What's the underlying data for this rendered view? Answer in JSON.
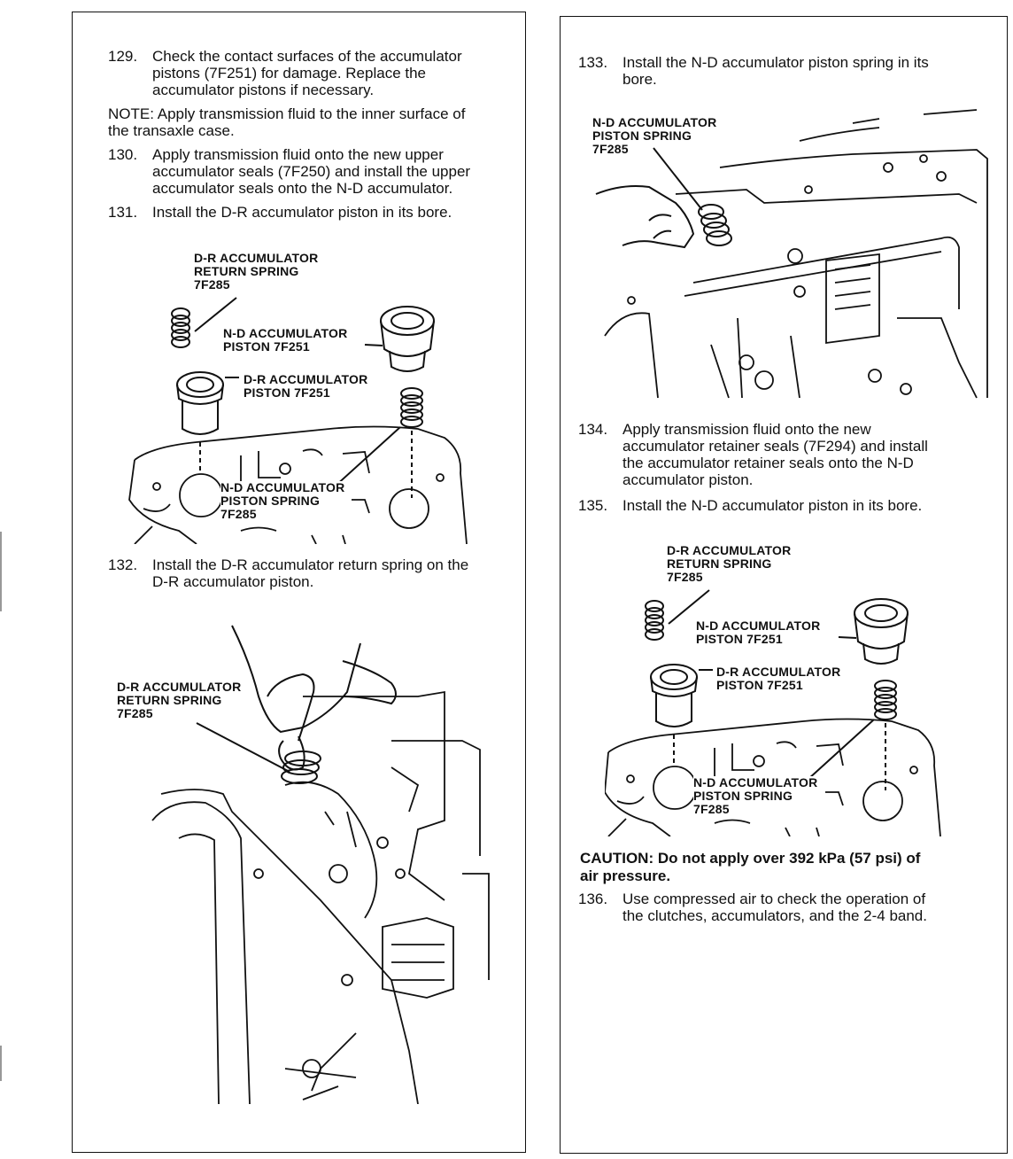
{
  "left": {
    "step129": {
      "num": "129.",
      "lines": [
        "Check the contact surfaces of the accumulator",
        "pistons (7F251) for damage. Replace the",
        "accumulator pistons if necessary."
      ]
    },
    "note": {
      "lines": [
        "NOTE: Apply transmission fluid to the inner surface of",
        "the transaxle case."
      ]
    },
    "step130": {
      "num": "130.",
      "lines": [
        "Apply transmission fluid onto the new upper",
        "accumulator seals (7F250) and install the upper",
        "accumulator seals onto the N-D accumulator."
      ]
    },
    "step131": {
      "num": "131.",
      "lines": [
        "Install the D-R accumulator piston in its bore."
      ]
    },
    "fig1": {
      "dr_spring": [
        "D-R ACCUMULATOR",
        "RETURN SPRING",
        "7F285"
      ],
      "nd_piston": [
        "N-D ACCUMULATOR",
        "PISTON 7F251"
      ],
      "dr_piston": [
        "D-R ACCUMULATOR",
        "PISTON 7F251"
      ],
      "nd_spring": [
        "N-D ACCUMULATOR",
        "PISTON SPRING",
        "7F285"
      ]
    },
    "step132": {
      "num": "132.",
      "lines": [
        "Install the D-R accumulator return spring on the",
        "D-R accumulator piston."
      ]
    },
    "fig2": {
      "dr_spring": [
        "D-R ACCUMULATOR",
        "RETURN SPRING",
        "7F285"
      ]
    }
  },
  "right": {
    "step133": {
      "num": "133.",
      "lines": [
        "Install the N-D accumulator piston spring in its",
        "bore."
      ]
    },
    "fig3": {
      "nd_spring": [
        "N-D ACCUMULATOR",
        "PISTON SPRING",
        "7F285"
      ]
    },
    "step134": {
      "num": "134.",
      "lines": [
        "Apply transmission fluid onto the new",
        "accumulator retainer seals (7F294) and install",
        "the accumulator retainer seals onto the N-D",
        "accumulator piston."
      ]
    },
    "step135": {
      "num": "135.",
      "lines": [
        "Install the N-D accumulator piston in its bore."
      ]
    },
    "fig4": {
      "dr_spring": [
        "D-R ACCUMULATOR",
        "RETURN SPRING",
        "7F285"
      ],
      "nd_piston": [
        "N-D ACCUMULATOR",
        "PISTON 7F251"
      ],
      "dr_piston": [
        "D-R ACCUMULATOR",
        "PISTON 7F251"
      ],
      "nd_spring": [
        "N-D ACCUMULATOR",
        "PISTON SPRING",
        "7F285"
      ]
    },
    "caution": {
      "lines": [
        "CAUTION: Do not apply over 392 kPa (57 psi) of",
        "air pressure."
      ]
    },
    "step136": {
      "num": "136.",
      "lines": [
        "Use compressed air to check the operation of",
        "the clutches, accumulators, and the 2-4 band."
      ]
    }
  }
}
